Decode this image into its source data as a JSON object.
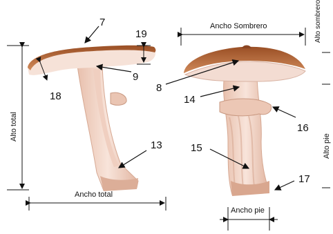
{
  "labels": {
    "n7": "7",
    "n19": "19",
    "n9": "9",
    "n18": "18",
    "n13": "13",
    "n8": "8",
    "n14": "14",
    "n16": "16",
    "n15": "15",
    "n17": "17"
  },
  "dimensions": {
    "alto_total": "Alto total",
    "ancho_total": "Ancho total",
    "ancho_sombrero": "Ancho Sombrero",
    "alto_sombrero": "Alto sombrero",
    "alto_pie": "Alto pie",
    "ancho_pie": "Ancho pie"
  },
  "colors": {
    "cap": "#b0642f",
    "cap_dark": "#8a4522",
    "gills": "#f2d8cc",
    "stem": "#f4d9cc",
    "stem_shadow": "#e3b8a5",
    "stem_base": "#d9a990",
    "lines": "#111111"
  }
}
